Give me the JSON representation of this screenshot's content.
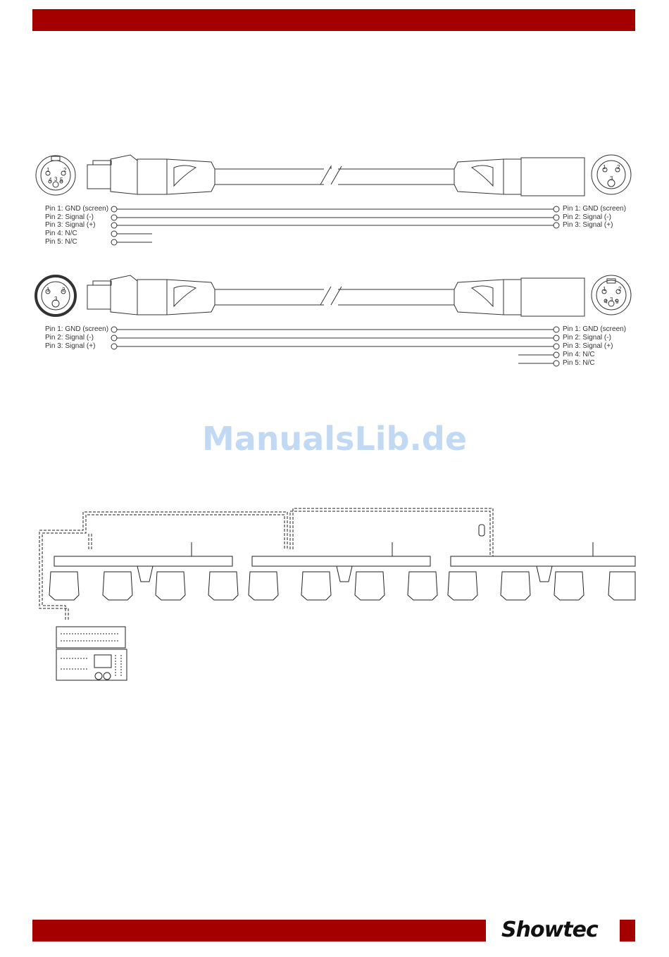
{
  "watermark": "ManualsLib.de",
  "brand": {
    "logo_text": "Showtec",
    "accent_color": "#a50000"
  },
  "diagram1": {
    "left_pins": [
      "Pin 1: GND (screen)",
      "Pin 2: Signal (-)",
      "Pin 3: Signal (+)",
      "Pin 4: N/C",
      "Pin 5: N/C"
    ],
    "right_pins": [
      "Pin 1: GND (screen)",
      "Pin 2: Signal (-)",
      "Pin 3: Signal (+)"
    ],
    "left_face_numbers": [
      "1",
      "2",
      "3",
      "4",
      "5"
    ],
    "right_face_numbers": [
      "1",
      "2",
      "3"
    ]
  },
  "diagram2": {
    "left_pins": [
      "Pin 1: GND (screen)",
      "Pin 2: Signal (-)",
      "Pin 3: Signal (+)"
    ],
    "right_pins": [
      "Pin 1: GND (screen)",
      "Pin 2: Signal (-)",
      "Pin 3: Signal (+)",
      "Pin 4: N/C",
      "Pin 5: N/C"
    ],
    "left_face_numbers": [
      "1",
      "2",
      "3"
    ],
    "right_face_numbers": [
      "1",
      "2",
      "3",
      "4",
      "5"
    ]
  },
  "chain": {
    "fixture_units": 3,
    "heads_per_unit": 4
  }
}
